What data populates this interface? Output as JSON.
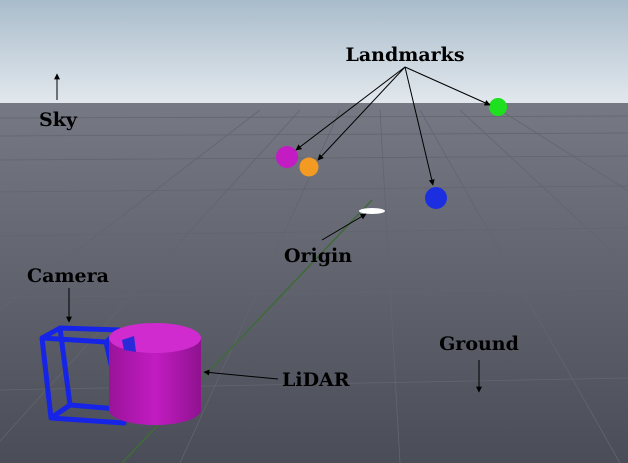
{
  "labels": {
    "landmarks": "Landmarks",
    "sky": "Sky",
    "origin": "Origin",
    "camera": "Camera",
    "lidar": "LiDAR",
    "ground": "Ground"
  },
  "colors": {
    "sky_top": "#a9bccb",
    "sky_bottom": "#dde4ea",
    "ground_far": "#6f727c",
    "ground_near": "#4e515b",
    "grid_line": "#5f626b",
    "axis_line": "#3f6a3a",
    "landmark_magenta": "#c21cc2",
    "landmark_orange": "#f29a22",
    "landmark_blue": "#1c2fe0",
    "landmark_green": "#1fe01f",
    "camera_blue": "#1624e8",
    "lidar_magenta": "#b51ab5",
    "origin_white": "#ffffff"
  }
}
